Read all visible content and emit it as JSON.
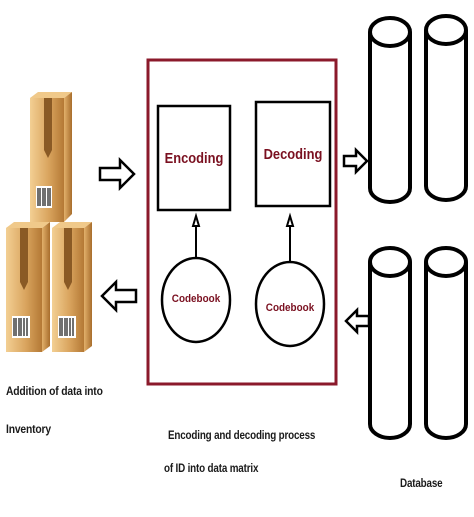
{
  "process": {
    "encoding_label": "Encoding",
    "decoding_label": "Decoding",
    "codebook_left": "Codebook",
    "codebook_right": "Codebook"
  },
  "captions": {
    "inventory_line1": "Addition of data into",
    "inventory_line2": "Inventory",
    "process_line1": "Encoding and decoding process",
    "process_line2": "of ID into data matrix",
    "database": "Database"
  },
  "colors": {
    "frame": "#8b1a2b",
    "label_red": "#7a1020",
    "box_body": "#d9a45e",
    "box_dark": "#b57a34",
    "box_light": "#f0c98a",
    "tape": "#8a5a25",
    "ink": "#000000"
  },
  "icons": [
    "package-box-icon",
    "barcode-icon",
    "database-cylinder-icon",
    "hollow-arrow-icon"
  ]
}
